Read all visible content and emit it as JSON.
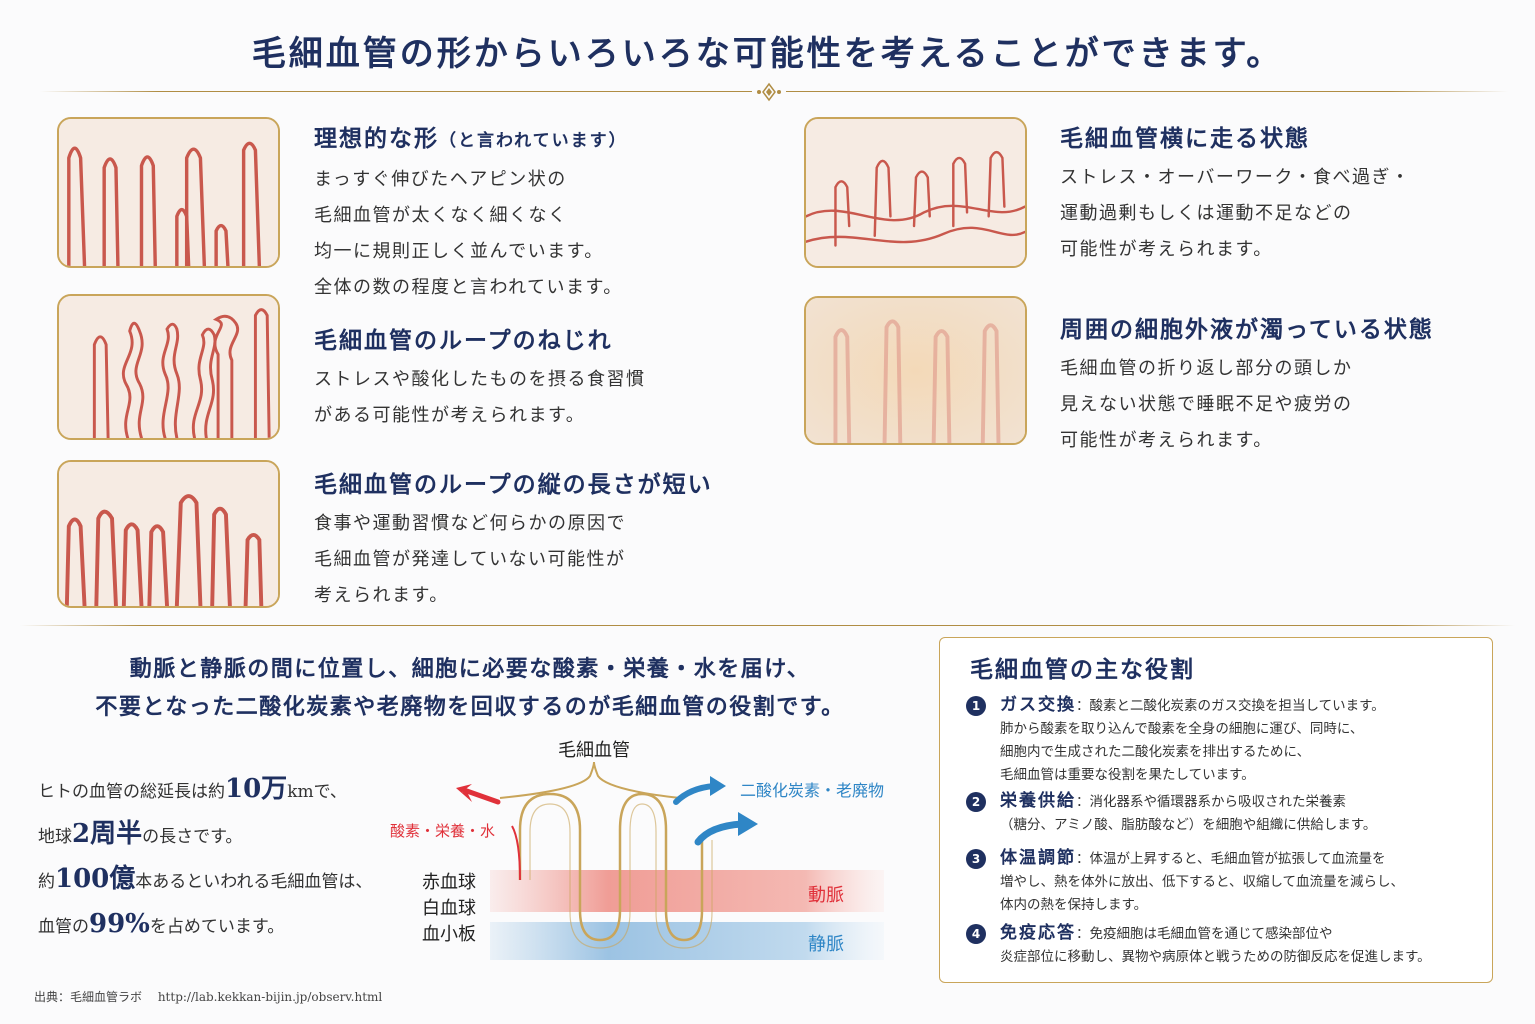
{
  "title": "毛細血管の形からいろいろな可能性を考えることができます。",
  "cases": [
    {
      "heading": "理想的な形",
      "heading_note": "（と言われています）",
      "lines": [
        "まっすぐ伸びたヘアピン状の",
        "毛細血管が太くなく細くなく",
        "均一に規則正しく並んでいます。",
        "全体の数の程度と言われています。"
      ]
    },
    {
      "heading": "毛細血管のループのねじれ",
      "lines": [
        "ストレスや酸化したものを摂る食習慣",
        "がある可能性が考えられます。"
      ]
    },
    {
      "heading": "毛細血管のループの縦の長さが短い",
      "lines": [
        "食事や運動習慣など何らかの原因で",
        "毛細血管が発達していない可能性が",
        "考えられます。"
      ]
    },
    {
      "heading": "毛細血管横に走る状態",
      "lines": [
        "ストレス・オーバーワーク・食べ過ぎ・",
        "運動過剰もしくは運動不足などの",
        "可能性が考えられます。"
      ]
    },
    {
      "heading": "周囲の細胞外液が濁っている状態",
      "lines": [
        "毛細血管の折り返し部分の頭しか",
        "見えない状態で睡眠不足や疲労の",
        "可能性が考えられます。"
      ]
    }
  ],
  "lower_heading": {
    "line1": "動脈と静脈の間に位置し、細胞に必要な酸素・栄養・水を届け、",
    "line2": "不要となった二酸化炭素や老廃物を回収するのが毛細血管の役割です。"
  },
  "facts": {
    "f1_pre": "ヒトの血管の総延長は約",
    "f1_num": "10万",
    "f1_post": "kmで、",
    "f2_pre": "地球",
    "f2_num": "2周半",
    "f2_post": "の長さです。",
    "f3_pre": "約",
    "f3_num": "100億",
    "f3_post": "本あるといわれる毛細血管は、",
    "f4_pre": "血管の",
    "f4_num": "99%",
    "f4_post": "を占めています。"
  },
  "diagram": {
    "label_capillary": "毛細血管",
    "label_in": "酸素・栄養・水",
    "label_out": "二酸化炭素・老廃物",
    "label_rbc": "赤血球",
    "label_wbc": "白血球",
    "label_plt": "血小板",
    "label_artery": "動脈",
    "label_vein": "静脈",
    "colors": {
      "red": "#e0313a",
      "blue": "#2f86c6",
      "gold": "#c9a55a",
      "navy": "#1f3060"
    }
  },
  "roles": {
    "title": "毛細血管の主な役割",
    "items": [
      {
        "num": "1",
        "name": "ガス交換",
        "lines": [
          "：酸素と二酸化炭素のガス交換を担当しています。",
          "肺から酸素を取り込んで酸素を全身の細胞に運び、同時に、",
          "細胞内で生成された二酸化炭素を排出するために、",
          "毛細血管は重要な役割を果たしています。"
        ]
      },
      {
        "num": "2",
        "name": "栄養供給",
        "lines": [
          "：消化器系や循環器系から吸収された栄養素",
          "（糖分、アミノ酸、脂肪酸など）を細胞や組織に供給します。"
        ]
      },
      {
        "num": "3",
        "name": "体温調節",
        "lines": [
          "：体温が上昇すると、毛細血管が拡張して血流量を",
          "増やし、熱を体外に放出、低下すると、収縮して血流量を減らし、",
          "体内の熱を保持します。"
        ]
      },
      {
        "num": "4",
        "name": "免疫応答",
        "lines": [
          "：免疫細胞は毛細血管を通じて感染部位や",
          "炎症部位に移動し、異物や病原体と戦うための防御反応を促進します。"
        ]
      }
    ]
  },
  "source": "出典：毛細血管ラボ　 http://lab.kekkan-bijin.jp/observ.html"
}
